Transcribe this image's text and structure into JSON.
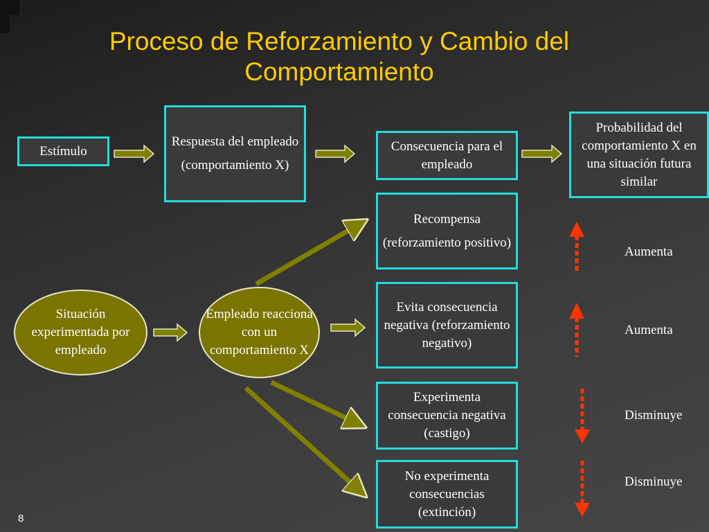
{
  "title": "Proceso de Reforzamiento y Cambio del Comportamiento",
  "top_row": {
    "estimulo": "Estímulo",
    "respuesta_line1": "Respuesta del empleado",
    "respuesta_line2": "(comportamiento X)",
    "consecuencia": "Consecuencia para el empleado",
    "probabilidad": "Probabilidad del comportamiento X en una situación futura similar"
  },
  "situacion": "Situación experimentada por empleado",
  "empleado": "Empleado reacciona con un comportamiento X",
  "outcomes": [
    {
      "line1": "Recompensa",
      "line2": "(reforzamiento positivo)",
      "effect": "Aumenta",
      "direction": "up"
    },
    {
      "line1": "Evita consecuencia negativa (reforzamiento negativo)",
      "effect": "Aumenta",
      "direction": "up"
    },
    {
      "line1": "Experimenta consecuencia negativa (castigo)",
      "effect": "Disminuye",
      "direction": "down"
    },
    {
      "line1": "No experimenta consecuencias (extinción)",
      "effect": "Disminuye",
      "direction": "down"
    }
  ],
  "page_number": "8",
  "colors": {
    "title": "#ffcc00",
    "box_border": "#22dddd",
    "ellipse_fill": "#7a7400",
    "arrow_fill": "#808000",
    "indicator": "#ff3300"
  }
}
